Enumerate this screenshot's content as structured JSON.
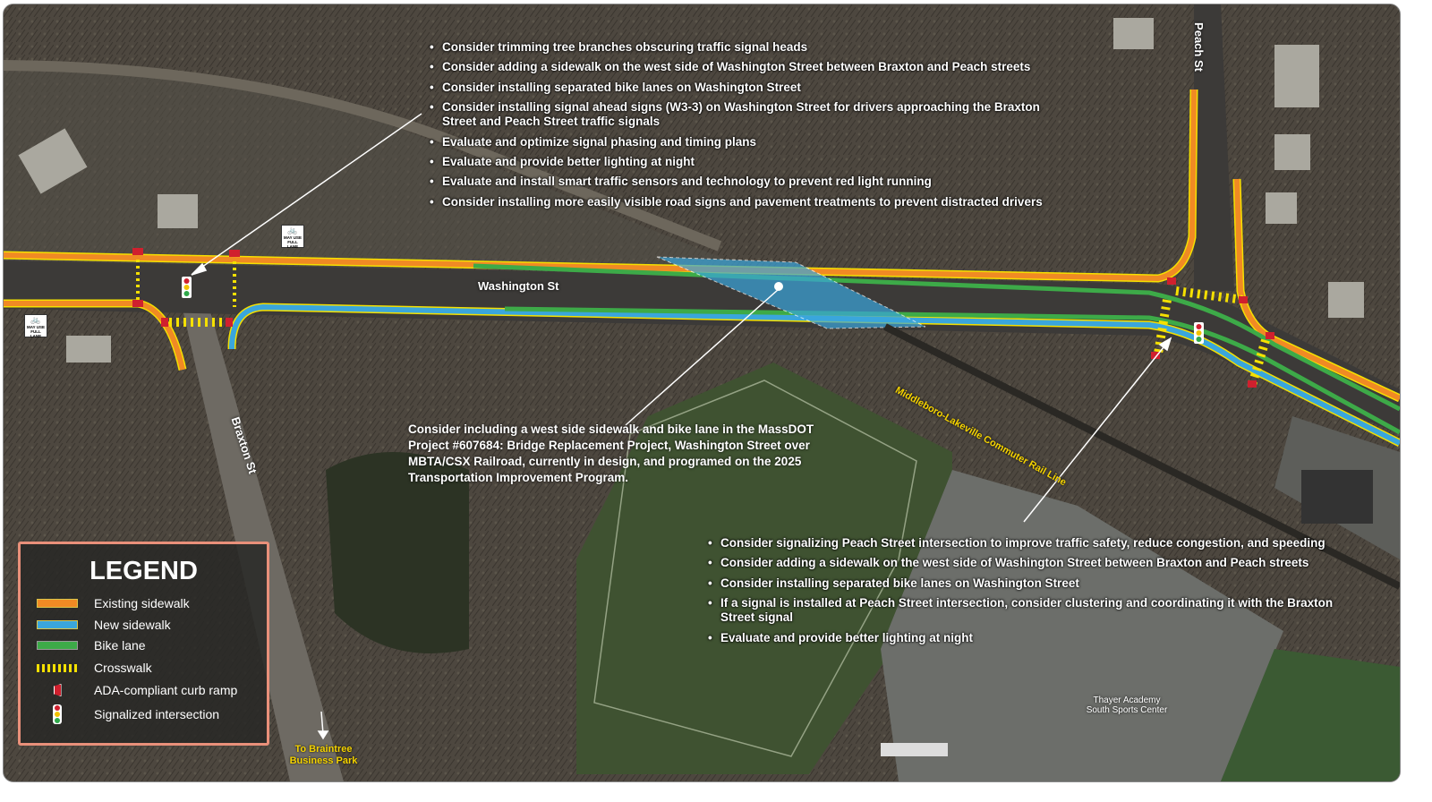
{
  "top_recommendations": [
    "Consider trimming tree branches obscuring traffic signal heads",
    "Consider adding a sidewalk on the west side of Washington Street between Braxton and Peach streets",
    "Consider installing separated bike lanes on Washington Street",
    "Consider installing signal ahead signs (W3-3) on Washington Street for drivers approaching the Braxton Street and Peach Street traffic signals",
    "Evaluate and optimize signal phasing and timing plans",
    "Evaluate and provide better lighting at night",
    "Evaluate and install smart traffic sensors and technology to prevent red light running",
    "Consider installing more easily visible road signs and pavement treatments to prevent distracted drivers"
  ],
  "bridge_note": "Consider including a west side sidewalk and bike lane in the MassDOT Project #607684: Bridge Replacement Project, Washington Street over MBTA/CSX Railroad, currently in design, and programed on the 2025 Transportation Improvement Program.",
  "peach_recommendations": [
    "Consider signalizing Peach Street intersection to improve traffic safety, reduce congestion, and speeding",
    "Consider adding a sidewalk on the west side of Washington Street between Braxton and Peach streets",
    "Consider installing separated bike lanes on Washington Street",
    "If a signal is installed at Peach Street intersection, consider clustering and coordinating it with the Braxton Street signal",
    "Evaluate and provide better lighting at night"
  ],
  "street_labels": {
    "washington": "Washington St",
    "braxton": "Braxton St",
    "peach": "Peach St",
    "rail": "Middleboro-Lakeville Commuter Rail Line",
    "thayer_line1": "Thayer Academy",
    "thayer_line2": "South Sports Center",
    "braintree_line1": "To Braintree",
    "braintree_line2": "Business Park"
  },
  "bike_sign": {
    "line1": "MAY USE",
    "line2": "FULL LANE"
  },
  "legend": {
    "title": "LEGEND",
    "items": [
      {
        "label": "Existing sidewalk",
        "color": "#f08a24",
        "icon": "orange-line"
      },
      {
        "label": "New sidewalk",
        "color": "#3aa6dc",
        "icon": "blue-line"
      },
      {
        "label": "Bike lane",
        "color": "#3daa48",
        "icon": "green-line"
      },
      {
        "label": "Crosswalk",
        "color": "#f5e000",
        "icon": "crosswalk-stripes"
      },
      {
        "label": "ADA-compliant curb ramp",
        "color": "#d0202e",
        "icon": "curb-ramp"
      },
      {
        "label": "Signalized intersection",
        "icon": "traffic-signal"
      }
    ]
  },
  "colors": {
    "existing_sidewalk": "#f08a24",
    "new_sidewalk": "#3aa6dc",
    "bike_lane": "#3daa48",
    "outline": "#f5e000",
    "curb_ramp": "#d0202e",
    "legend_border": "#e9907a"
  }
}
